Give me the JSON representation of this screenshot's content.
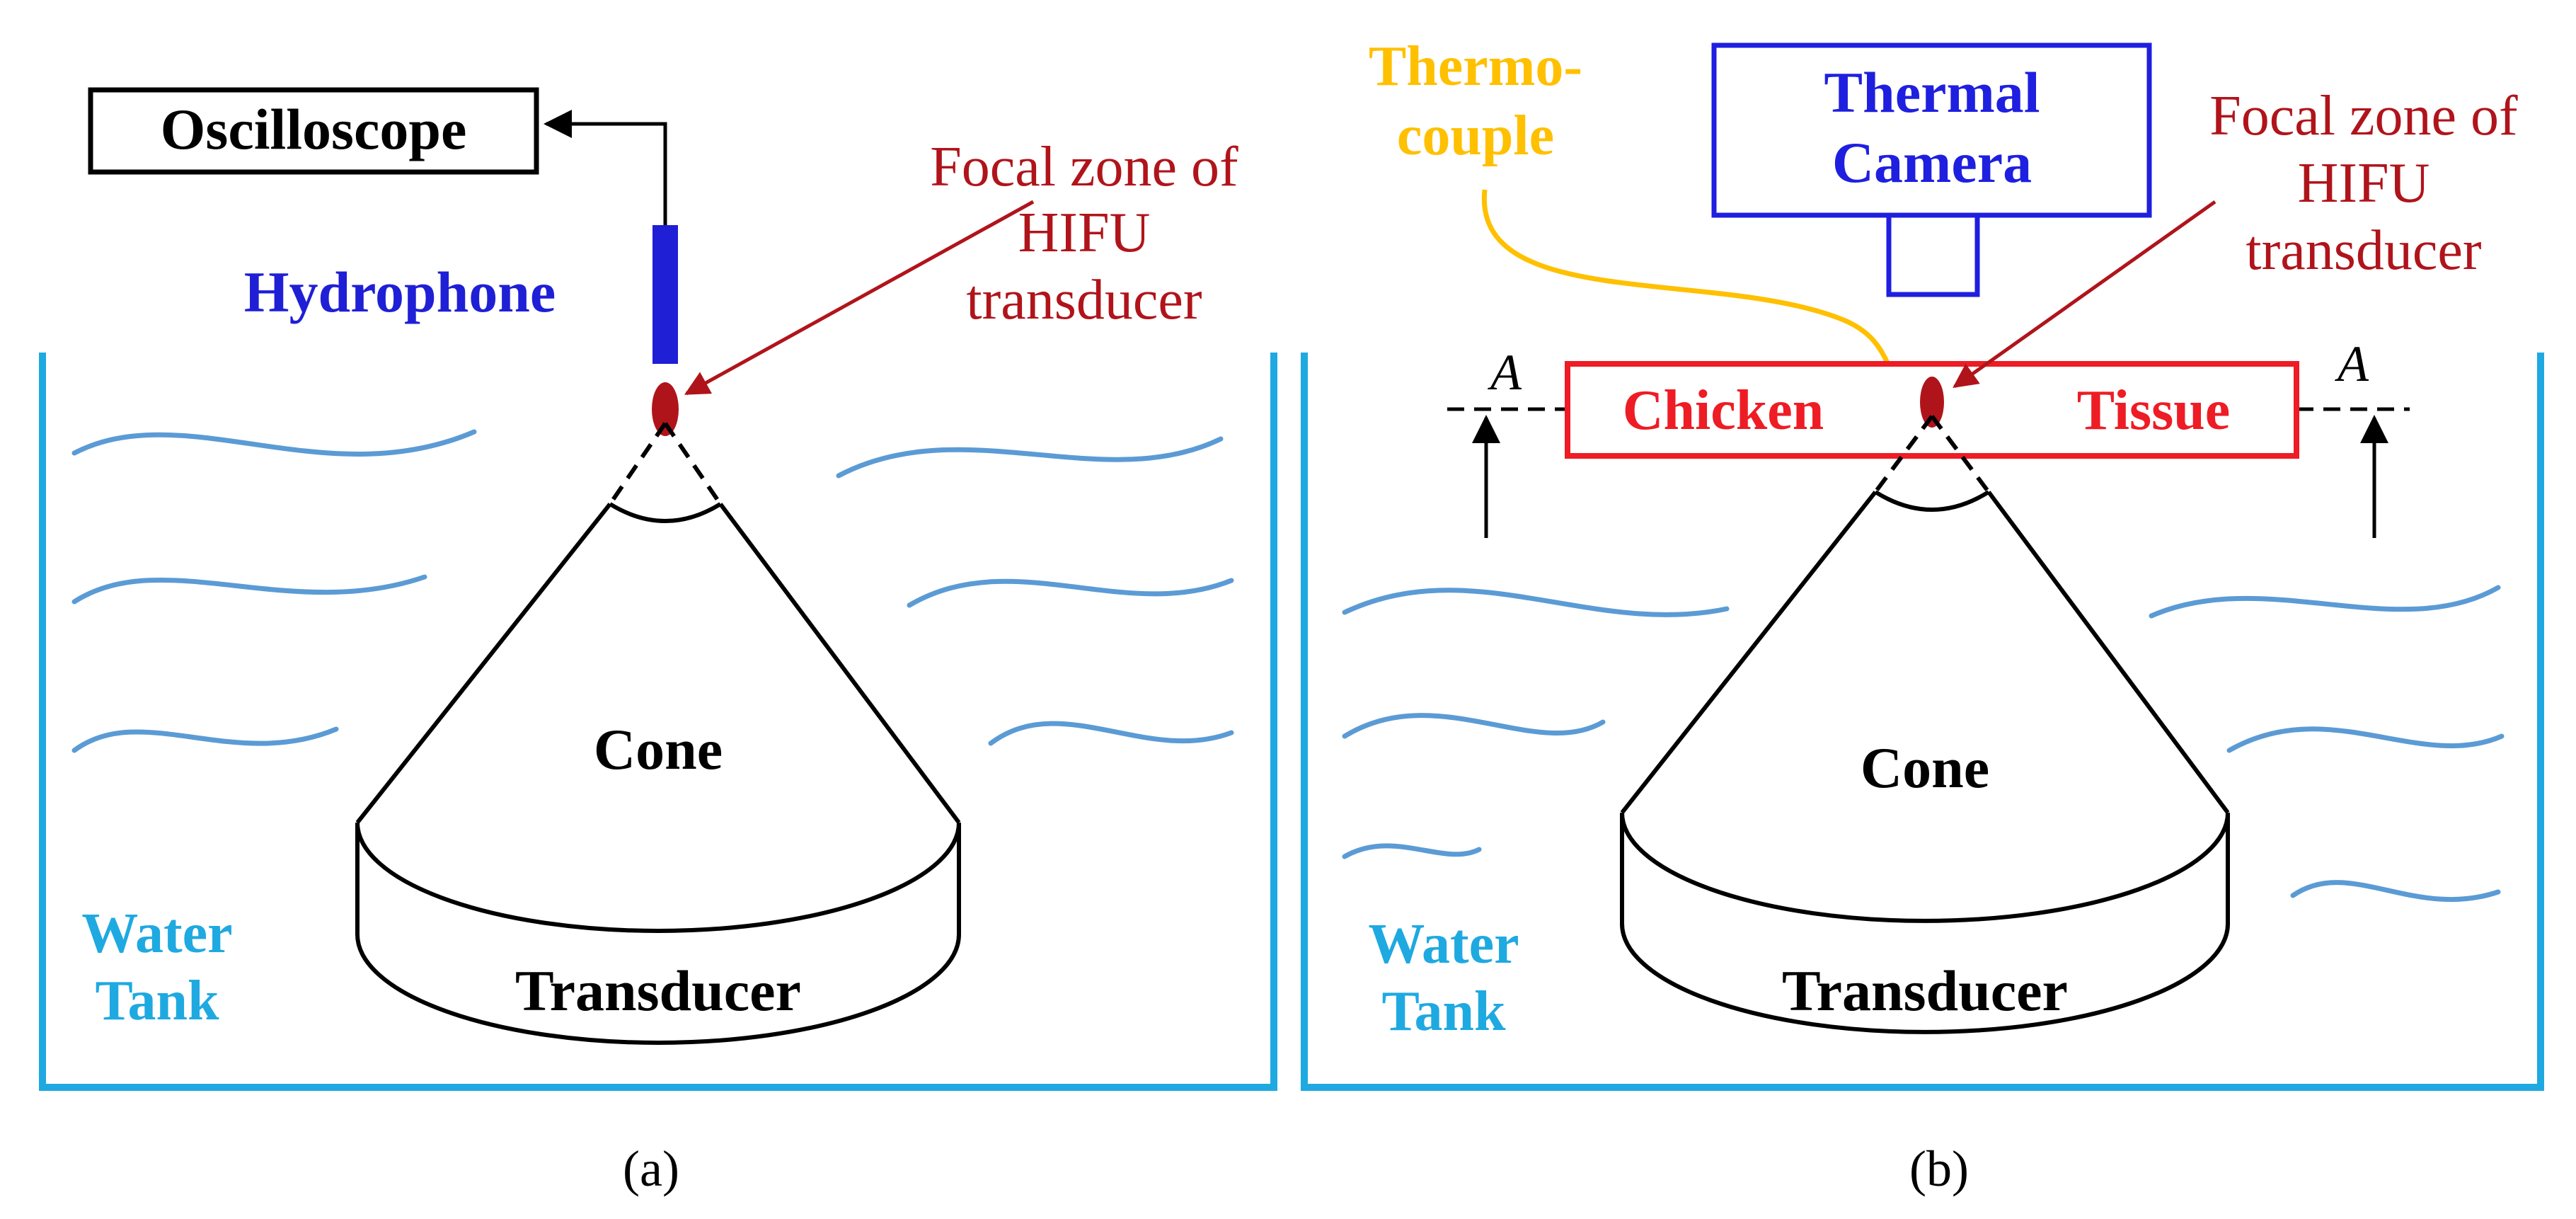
{
  "colors": {
    "water": "#1fa9e1",
    "wave": "#5b9bd5",
    "hydrophone": "#1f1fd6",
    "camera": "#1f1fe0",
    "focal": "#b0141b",
    "tissue": "#ee1c24",
    "thermocouple": "#ffc000",
    "ink": "#000000"
  },
  "panel_a": {
    "caption": "(a)",
    "oscilloscope": "Oscilloscope",
    "hydrophone": "Hydrophone",
    "focal_line1": "Focal zone of",
    "focal_line2": "HIFU",
    "focal_line3": "transducer",
    "cone": "Cone",
    "transducer": "Transducer",
    "water_line1": "Water",
    "water_line2": "Tank"
  },
  "panel_b": {
    "caption": "(b)",
    "thermo_line1": "Thermo-",
    "thermo_line2": "couple",
    "camera_line1": "Thermal",
    "camera_line2": "Camera",
    "focal_line1": "Focal zone of",
    "focal_line2": "HIFU",
    "focal_line3": "transducer",
    "tissue_left": "Chicken",
    "tissue_right": "Tissue",
    "section_left": "A",
    "section_right": "A",
    "cone": "Cone",
    "transducer": "Transducer",
    "water_line1": "Water",
    "water_line2": "Tank"
  }
}
